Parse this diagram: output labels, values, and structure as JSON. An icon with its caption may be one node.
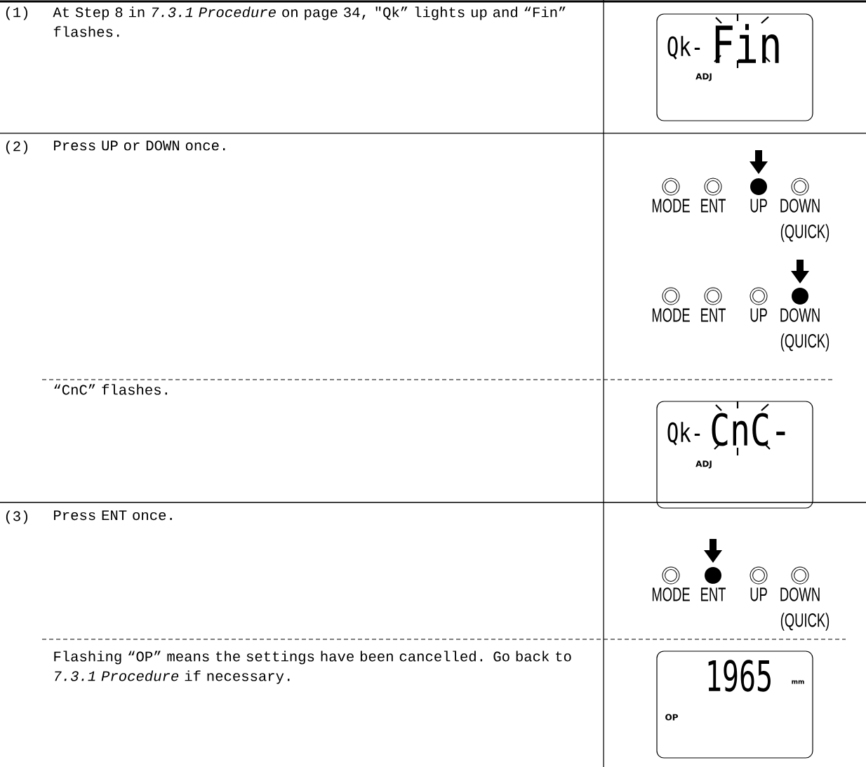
{
  "diagram": {
    "nodes": [
      {
        "text": [
          "Qk-",
          "Fin",
          "ADJ"
        ]
      },
      {
        "text": [
          "Qk-",
          "CnC-",
          "ADJ"
        ]
      },
      {
        "text": [
          "1965",
          "mm",
          "OP"
        ]
      }
    ],
    "labels": [
      "(1)",
      "At Step 8 in *7.3.1 Procedure* on page 34, \"Qk” lights up and “Fin” flashes.",
      "(2)",
      "Press UP or DOWN once.",
      "MODE",
      "ENT",
      "UP",
      "DOWN",
      "(QUICK)",
      "MODE",
      "ENT",
      "UP",
      "DOWN",
      "(QUICK)",
      "“CnC” flashes.",
      "(3)",
      "Press ENT once.",
      "MODE",
      "ENT",
      "UP",
      "DOWN",
      "(QUICK)",
      "Flashing “OP” means the settings have been cancelled. Go back to *7.3.1 Procedure* if necessary."
    ]
  }
}
